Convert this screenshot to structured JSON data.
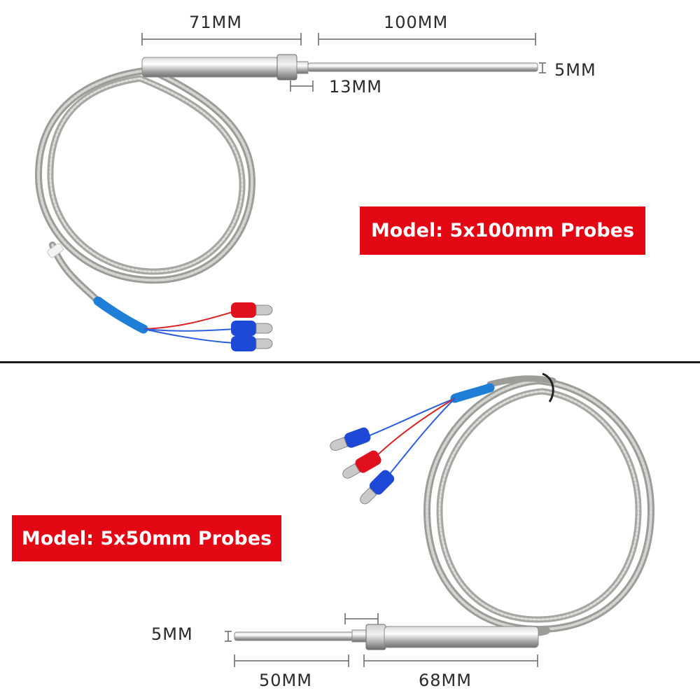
{
  "top_product": {
    "model_label": "Model: 5x100mm Probes",
    "dimensions": {
      "head_length": "71MM",
      "probe_length": "100MM",
      "thread_length": "13MM",
      "diameter": "5MM"
    }
  },
  "bottom_product": {
    "model_label": "Model: 5x50mm Probes",
    "dimensions": {
      "diameter": "5MM",
      "probe_length": "50MM",
      "head_length": "68MM"
    }
  },
  "colors": {
    "badge_red": "#e30613",
    "cable_steel": "#b4b4b0",
    "sleeve_blue": "#1f7fd6",
    "terminal_red": "#e0101e",
    "terminal_blue": "#1d49d6"
  }
}
